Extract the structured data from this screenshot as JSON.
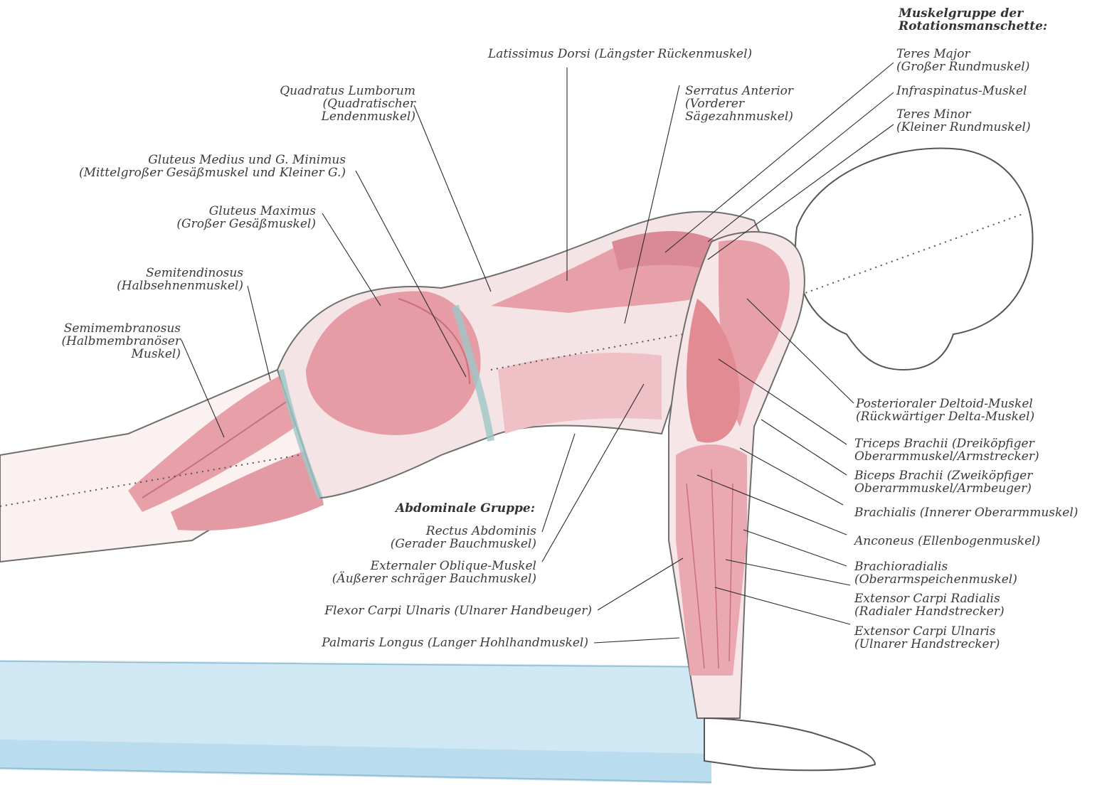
{
  "headers": {
    "rotator_cuff": [
      "Muskelgruppe der",
      "Rotationsmanschette:"
    ],
    "abdominal": "Abdominale Gruppe:"
  },
  "labels": {
    "latissimus": [
      "Latissimus Dorsi (Längster Rückenmuskel)"
    ],
    "quadratus": [
      "Quadratus Lumborum",
      "(Quadratischer",
      "Lendenmuskel)"
    ],
    "serratus": [
      "Serratus Anterior",
      "(Vorderer",
      "Sägezahnmuskel)"
    ],
    "gluteus_medius": [
      "Gluteus Medius und G. Minimus",
      "(Mittelgroßer Gesäßmuskel und Kleiner G.)"
    ],
    "gluteus_maximus": [
      "Gluteus Maximus",
      "(Großer Gesäßmuskel)"
    ],
    "semitendinosus": [
      "Semitendinosus",
      "(Halbsehnenmuskel)"
    ],
    "semimembranosus": [
      "Semimembranosus",
      "(Halbmembranöser",
      "Muskel)"
    ],
    "teres_major": [
      "Teres Major",
      "(Großer Rundmuskel)"
    ],
    "infraspinatus": [
      "Infraspinatus-Muskel"
    ],
    "teres_minor": [
      "Teres Minor",
      "(Kleiner Rundmuskel)"
    ],
    "deltoid": [
      "Posterioraler Deltoid-Muskel",
      "(Rückwärtiger Delta-Muskel)"
    ],
    "triceps": [
      "Triceps Brachii (Dreiköpfiger",
      "Oberarmmuskel/Armstrecker)"
    ],
    "biceps": [
      "Biceps Brachii (Zweiköpfiger",
      "Oberarmmuskel/Armbeuger)"
    ],
    "brachialis": [
      "Brachialis (Innerer Oberarmmuskel)"
    ],
    "anconeus": [
      "Anconeus (Ellenbogenmuskel)"
    ],
    "brachioradialis": [
      "Brachioradialis",
      "(Oberarmspeichenmuskel)"
    ],
    "ecr": [
      "Extensor Carpi Radialis",
      "(Radialer Handstrecker)"
    ],
    "ecu": [
      "Extensor Carpi Ulnaris",
      "(Ulnarer Handstrecker)"
    ],
    "rectus": [
      "Rectus Abdominis",
      "(Gerader Bauchmuskel)"
    ],
    "oblique": [
      "Externaler Oblique-Muskel",
      "(Äußerer schräger Bauchmuskel)"
    ],
    "fcu": [
      "Flexor Carpi Ulnaris (Ulnarer Handbeuger)"
    ],
    "palmaris": [
      "Palmaris Longus (Langer Hohlhandmuskel)"
    ]
  },
  "colors": {
    "muscle": "#e8a0a8",
    "muscle_dark": "#d7737f",
    "skin_outline": "#6e6e6e",
    "mat": "#cfe8f4",
    "text": "#3a3a3a"
  }
}
